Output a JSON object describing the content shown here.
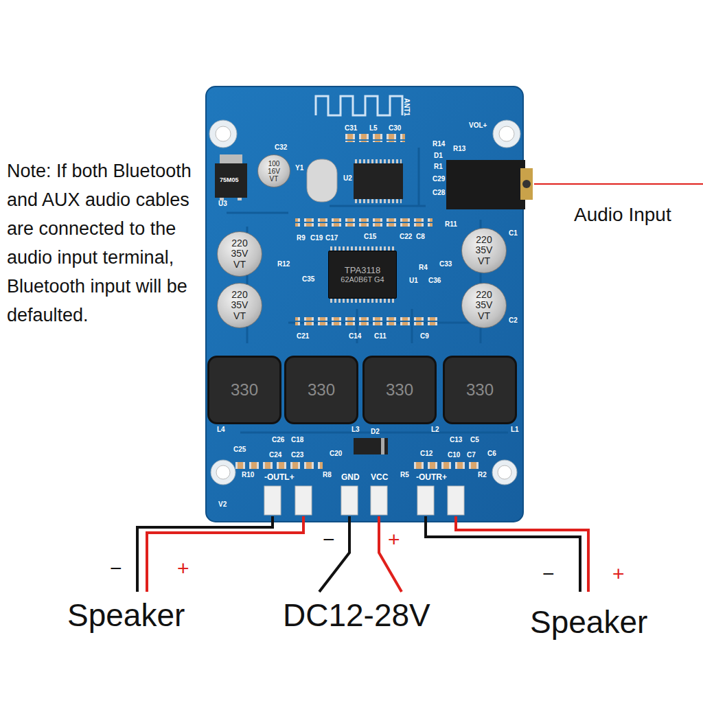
{
  "diagram": {
    "nodes": [
      {
        "text": [
          "100 16V VT"
        ]
      },
      {
        "text": [
          "220 35V VT"
        ]
      },
      {
        "text": [
          "220 35V VT"
        ]
      },
      {
        "text": [
          "220 35V VT"
        ]
      },
      {
        "text": [
          "220 35V VT"
        ]
      },
      {
        "text": [
          "TPA3118",
          "62A0B6T G4"
        ]
      },
      {
        "text": [
          "330"
        ]
      },
      {
        "text": [
          "330"
        ]
      },
      {
        "text": [
          "330"
        ]
      },
      {
        "text": [
          "330"
        ]
      }
    ],
    "labels": [
      "Note: If both Bluetooth and AUX audio cables are connected to the audio input terminal, Bluetooth input will be defaulted.",
      "Audio Input",
      "ANT1",
      "C31",
      "L5",
      "C30",
      "VOL+",
      "R14",
      "R13",
      "C32",
      "Y1",
      "U2",
      "U3",
      "D1",
      "R1",
      "C29",
      "C28",
      "R11",
      "R9",
      "C19",
      "C17",
      "C15",
      "C22",
      "C8",
      "C1",
      "R12",
      "C35",
      "U1",
      "R4",
      "C33",
      "C36",
      "C2",
      "C21",
      "C14",
      "C11",
      "C9",
      "L4",
      "L3",
      "L2",
      "L1",
      "D2",
      "C26",
      "C18",
      "C25",
      "C24",
      "C23",
      "C20",
      "R10",
      "-OUTL+",
      "R8",
      "GND",
      "VCC",
      "R5",
      "-OUTR+",
      "R2",
      "C13",
      "C5",
      "C12",
      "C10",
      "C7",
      "C6",
      "V2",
      "75M05",
      "−",
      "+",
      "−",
      "+",
      "−",
      "+",
      "Speaker",
      "DC12-28V",
      "Speaker"
    ]
  }
}
